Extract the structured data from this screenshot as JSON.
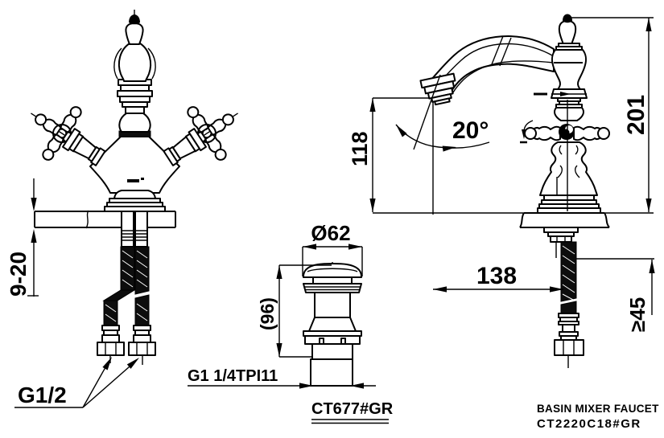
{
  "colors": {
    "ink": "#000000",
    "paper": "#ffffff"
  },
  "front_view": {
    "deck_thickness": "9-20",
    "inlet_thread": "G1/2"
  },
  "drain": {
    "diameter": "Ø62",
    "height": "(96)",
    "thread": "G1 1/4TPI11",
    "model": "CT677#GR"
  },
  "side_view": {
    "spout_height": "118",
    "swivel_angle": "20°",
    "total_height": "201",
    "spout_reach": "138",
    "min_clearance": "≥45"
  },
  "footer": {
    "product_name": "BASIN MIXER FAUCET",
    "product_code": "CT2220C18#GR"
  }
}
